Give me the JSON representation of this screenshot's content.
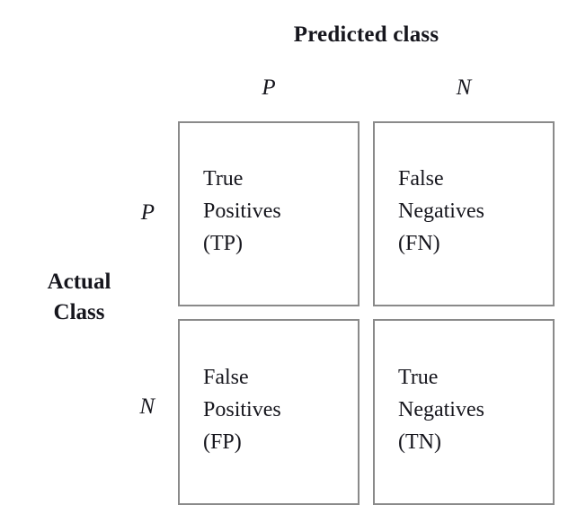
{
  "figure": {
    "kind": "confusion-matrix",
    "top_axis_title": "Predicted class",
    "left_axis_title_line1": "Actual",
    "left_axis_title_line2": "Class",
    "column_headers": [
      "P",
      "N"
    ],
    "row_headers": [
      "P",
      "N"
    ],
    "border_color": "#8a8a8a",
    "text_color": "#16161d",
    "background_color": "#ffffff"
  },
  "cells": {
    "tp": {
      "line1": "True",
      "line2": "Positives",
      "line3": "(TP)",
      "abbr": "TP",
      "name": "True Positives"
    },
    "fn": {
      "line1": "False",
      "line2": "Negatives",
      "line3": "(FN)",
      "abbr": "FN",
      "name": "False Negatives"
    },
    "fp": {
      "line1": "False",
      "line2": "Positives",
      "line3": "(FP)",
      "abbr": "FP",
      "name": "False Positives"
    },
    "tn": {
      "line1": "True",
      "line2": "Negatives",
      "line3": "(TN)",
      "abbr": "TN",
      "name": "True Negatives"
    }
  },
  "chart_data": {
    "type": "table",
    "title": "Predicted class",
    "xlabel": "Predicted class",
    "ylabel": "Actual Class",
    "categories": [
      "P",
      "N"
    ],
    "row_categories": [
      "P",
      "N"
    ],
    "column_categories": [
      "P",
      "N"
    ],
    "grid": false,
    "legend": "none",
    "matrix": [
      [
        "True Positives (TP)",
        "False Negatives (FN)"
      ],
      [
        "False Positives (FP)",
        "True Negatives (TN)"
      ]
    ]
  }
}
